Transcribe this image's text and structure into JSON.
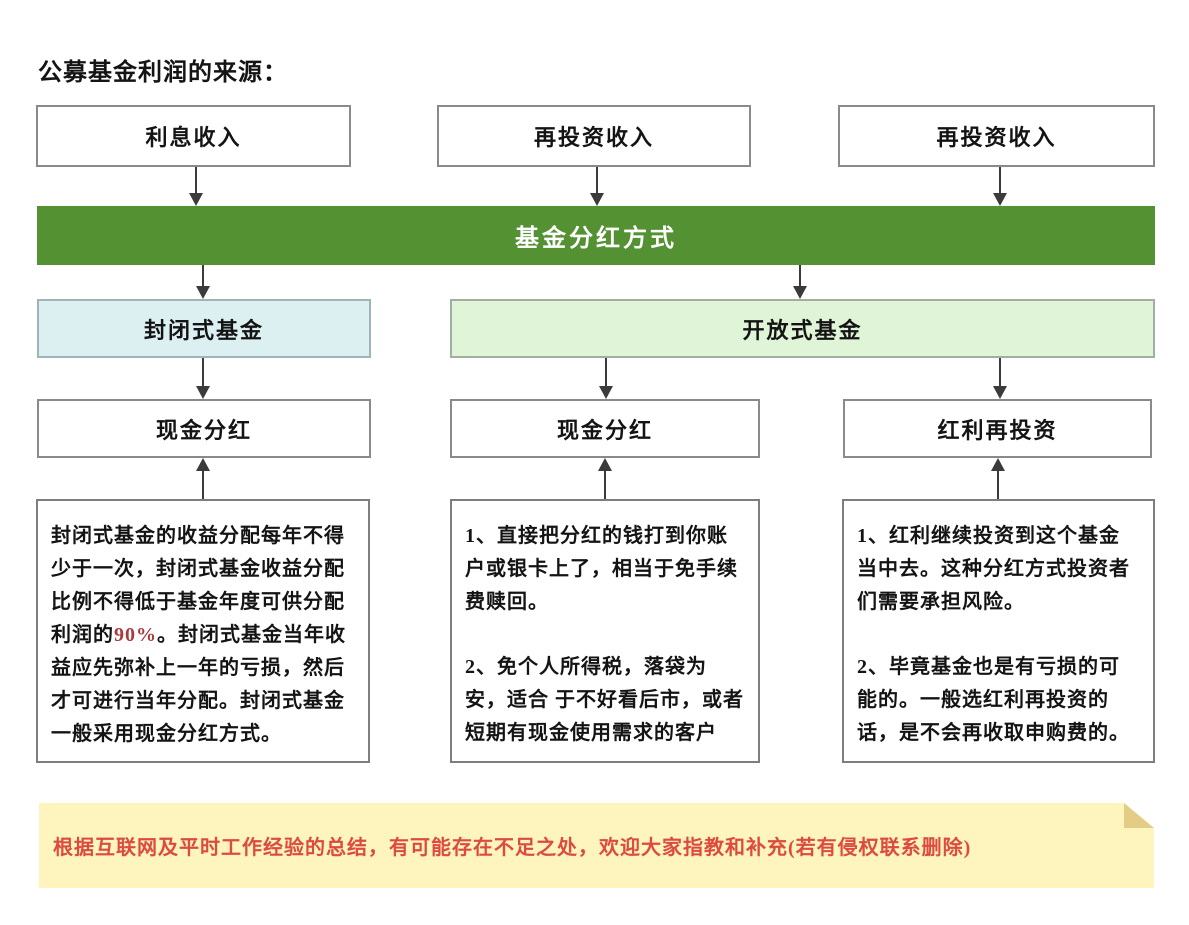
{
  "title": "公募基金利润的来源：",
  "colors": {
    "green_bar": "#549132",
    "closed_fund_bg": "#dcf0f2",
    "open_fund_bg": "#e0f4d8",
    "note_bg": "#fdf5bd",
    "note_fold": "#e3cd84",
    "note_text": "#dd4a3e",
    "highlight_red": "#a83c3c",
    "box_border": "#8a8a8a",
    "arrow": "#3b3b3b"
  },
  "income_sources": [
    {
      "label": "利息收入"
    },
    {
      "label": "再投资收入"
    },
    {
      "label": "再投资收入"
    }
  ],
  "divider": {
    "label": "基金分红方式"
  },
  "fund_types": [
    {
      "label": "封闭式基金"
    },
    {
      "label": "开放式基金"
    }
  ],
  "methods": [
    {
      "label": "现金分红"
    },
    {
      "label": "现金分红"
    },
    {
      "label": "红利再投资"
    }
  ],
  "details": {
    "closed": {
      "pre": "封闭式基金的收益分配每年不得少于一次，封闭式基金收益分配比例不得低于基金年度可供分配利润的",
      "highlight": "90%",
      "post": "。封闭式基金当年收益应先弥补上一年的亏损，然后才可进行当年分配。封闭式基金一般采用现金分红方式。"
    },
    "cash": {
      "p1": "1、直接把分红的钱打到你账户或银卡上了，相当于免手续费赎回。",
      "p2": "2、免个人所得税，落袋为安，适合 于不好看后市，或者短期有现金使用需求的客户"
    },
    "reinvest": {
      "p1": "1、红利继续投资到这个基金当中去。这种分红方式投资者们需要承担风险。",
      "p2": "2、毕竟基金也是有亏损的可能的。一般选红利再投资的话，是不会再收取申购费的。"
    }
  },
  "note": {
    "text": "根据互联网及平时工作经验的总结，有可能存在不足之处，欢迎大家指教和补充(若有侵权联系删除)"
  }
}
